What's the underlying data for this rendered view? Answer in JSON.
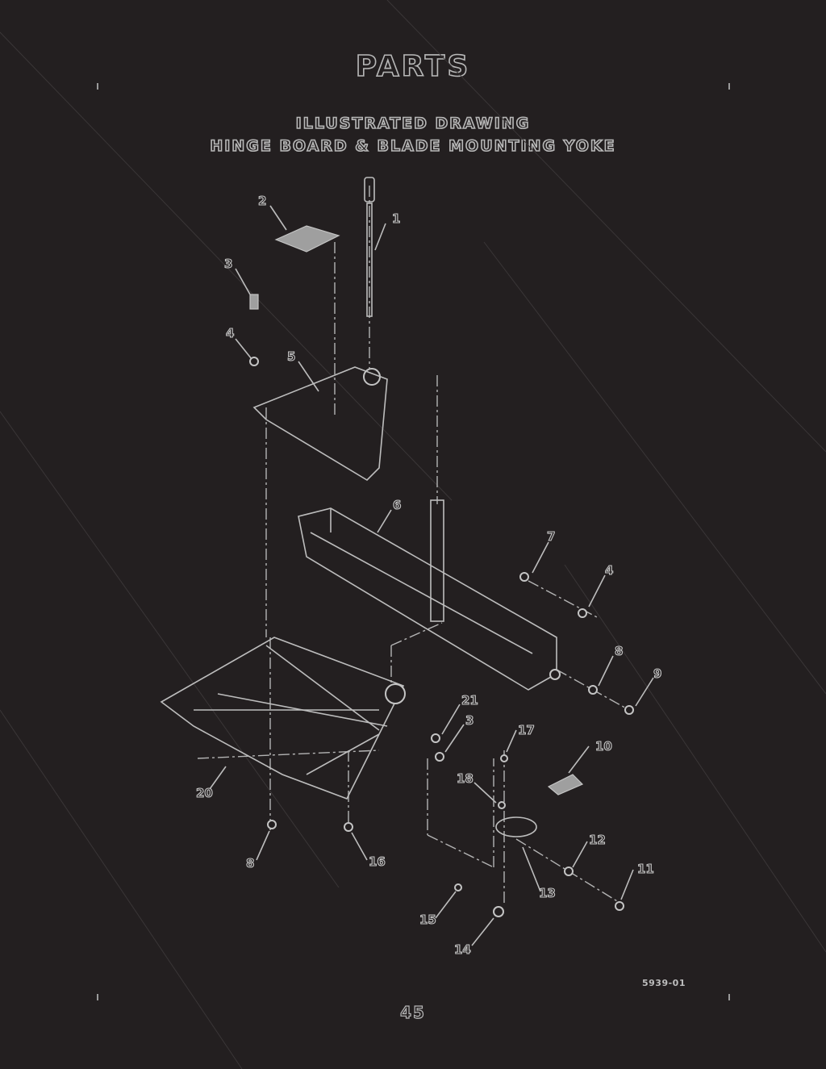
{
  "section_title": "PARTS",
  "drawing_title_line1": "ILLUSTRATED DRAWING",
  "drawing_title_line2": "HINGE BOARD & BLADE MOUNTING YOKE",
  "page_number": "45",
  "drawing_code": "5939-01",
  "callouts": [
    {
      "id": "c1",
      "text": "1"
    },
    {
      "id": "c2",
      "text": "2"
    },
    {
      "id": "c3",
      "text": "3"
    },
    {
      "id": "c4",
      "text": "4"
    },
    {
      "id": "c5",
      "text": "5"
    },
    {
      "id": "c6",
      "text": "6"
    },
    {
      "id": "c7",
      "text": "7"
    },
    {
      "id": "c4b",
      "text": "4"
    },
    {
      "id": "c8",
      "text": "8"
    },
    {
      "id": "c9",
      "text": "9"
    },
    {
      "id": "c21",
      "text": "21"
    },
    {
      "id": "c3b",
      "text": "3"
    },
    {
      "id": "c17",
      "text": "17"
    },
    {
      "id": "c10",
      "text": "10"
    },
    {
      "id": "c18",
      "text": "18"
    },
    {
      "id": "c20",
      "text": "20"
    },
    {
      "id": "c12",
      "text": "12"
    },
    {
      "id": "c11",
      "text": "11"
    },
    {
      "id": "c13",
      "text": "13"
    },
    {
      "id": "c8b",
      "text": "8"
    },
    {
      "id": "c16",
      "text": "16"
    },
    {
      "id": "c15",
      "text": "15"
    },
    {
      "id": "c14",
      "text": "14"
    }
  ]
}
